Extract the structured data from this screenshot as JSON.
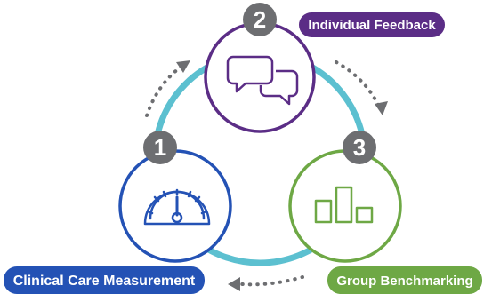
{
  "steps": [
    {
      "number": "2",
      "label": "Individual Feedback",
      "color": "#5b2d86",
      "icon": "chat-bubbles-icon"
    },
    {
      "number": "1",
      "label": "Clinical Care Measurement",
      "color": "#2452b5",
      "icon": "speedometer-gauge-icon"
    },
    {
      "number": "3",
      "label": "Group Benchmarking",
      "color": "#6ea845",
      "icon": "bar-chart-icon"
    }
  ],
  "colors": {
    "ring": "#5cc0d0",
    "badge": "#6d6e71",
    "arrow": "#6d6e71"
  }
}
